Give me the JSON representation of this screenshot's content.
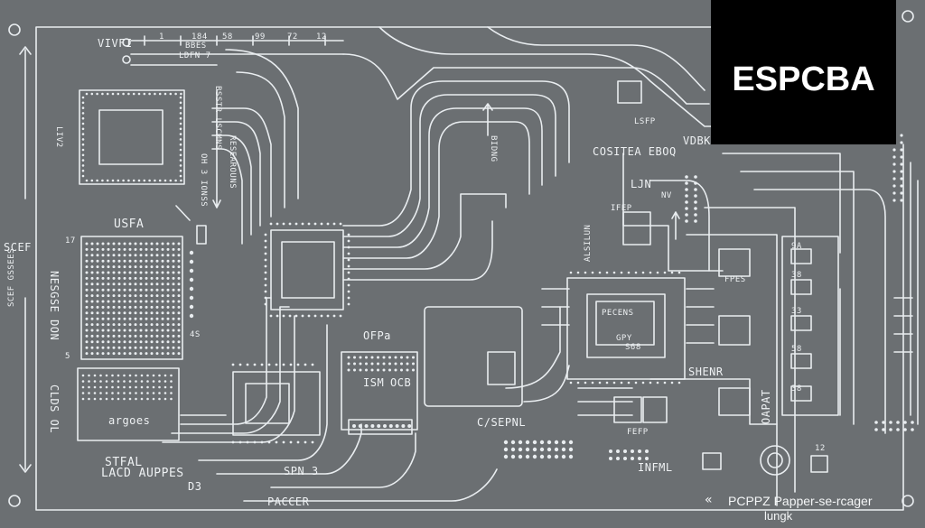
{
  "image_title": "ESPCBA",
  "colors": {
    "background": "#6b6f72",
    "trace": "#e9edf0",
    "brand_box": "#000000",
    "brand_text": "#ffffff"
  },
  "labels": {
    "top_wifi": "VIVFI",
    "top_n1": "1",
    "top_n2": "184",
    "top_n3": "58",
    "top_n4": "99",
    "top_n5": "72",
    "top_n6": "12",
    "top_bus": "BBES",
    "top_ldfn": "LDFN 7",
    "left_liv": "LIV2",
    "left_scef": "SCEF",
    "left_scef2": "SCEF GSSEES",
    "left_mode": "NESGSE DON",
    "left_clds": "CLDS OL",
    "usfa": "USFA",
    "apges": "argoes",
    "stfal": "STFAL",
    "lacd": "LACD AUPPES",
    "d3": "D3",
    "spn": "SPN 3",
    "pacer": "PACCER",
    "col_a": "OH 3 IONSS",
    "col_b": "BSSTR LSCMNS",
    "col_c": "RESEAROUNS",
    "ofpa": "OFPa",
    "ism": "ISM",
    "ocb": "OCB",
    "c_sepnl": "C/SEPNL",
    "cositer": "COSITEA EBOQ",
    "bidng": "BIDNG",
    "lsfp": "LSFP",
    "ljn": "LJN",
    "ifep": "IFEP",
    "nv": "NV",
    "alsilun": "ALSILUN",
    "pecens": "PECENS",
    "gpy": "GPY",
    "s68": "S68",
    "shenr": "SHENR",
    "fpes": "FPES",
    "fefp": "FEFP",
    "infml": "INFML",
    "vdb": "VDBK",
    "oapat": "OAPAT",
    "n9a": "9A",
    "n38": "38",
    "n58": "58",
    "n33": "33",
    "n12": "12",
    "n17": "17",
    "n5": "5",
    "n4s": "4S",
    "n38b": "38"
  },
  "footer": {
    "arrow": "«",
    "line1": "PCPPZ Papper-se-rcager",
    "line2": "lungk"
  }
}
